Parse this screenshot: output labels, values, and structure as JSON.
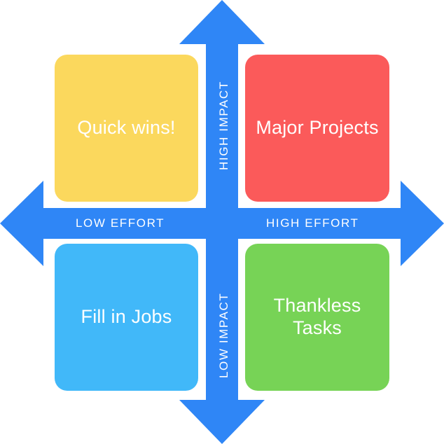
{
  "diagram": {
    "type": "impact-effort-prioritization-matrix",
    "background_color": "#ffffff"
  },
  "axes": {
    "vertical": {
      "arrow_color": "#2f86f6",
      "top_label": "HIGH IMPACT",
      "bottom_label": "LOW IMPACT",
      "label_color": "#ffffff",
      "orientation": "double-headed-vertical"
    },
    "horizontal": {
      "arrow_color": "#2f86f6",
      "left_label": "LOW EFFORT",
      "right_label": "HIGH EFFORT",
      "label_color": "#ffffff",
      "orientation": "double-headed-horizontal"
    }
  },
  "quadrants": [
    {
      "id": "quick-wins",
      "label": "Quick wins!",
      "color": "#fbd85d",
      "position": "top-left",
      "impact": "HIGH IMPACT",
      "effort": "LOW EFFORT",
      "text_color": "#ffffff"
    },
    {
      "id": "major-projects",
      "label": "Major Projects",
      "color": "#fb5a5a",
      "position": "top-right",
      "impact": "HIGH IMPACT",
      "effort": "HIGH EFFORT",
      "text_color": "#ffffff"
    },
    {
      "id": "fill-in-jobs",
      "label": "Fill in Jobs",
      "color": "#41b8f9",
      "position": "bottom-left",
      "impact": "LOW IMPACT",
      "effort": "LOW EFFORT",
      "text_color": "#ffffff"
    },
    {
      "id": "thankless-tasks",
      "label": "Thankless\nTasks",
      "color": "#77d356",
      "position": "bottom-right",
      "impact": "LOW IMPACT",
      "effort": "HIGH EFFORT",
      "text_color": "#ffffff"
    }
  ]
}
